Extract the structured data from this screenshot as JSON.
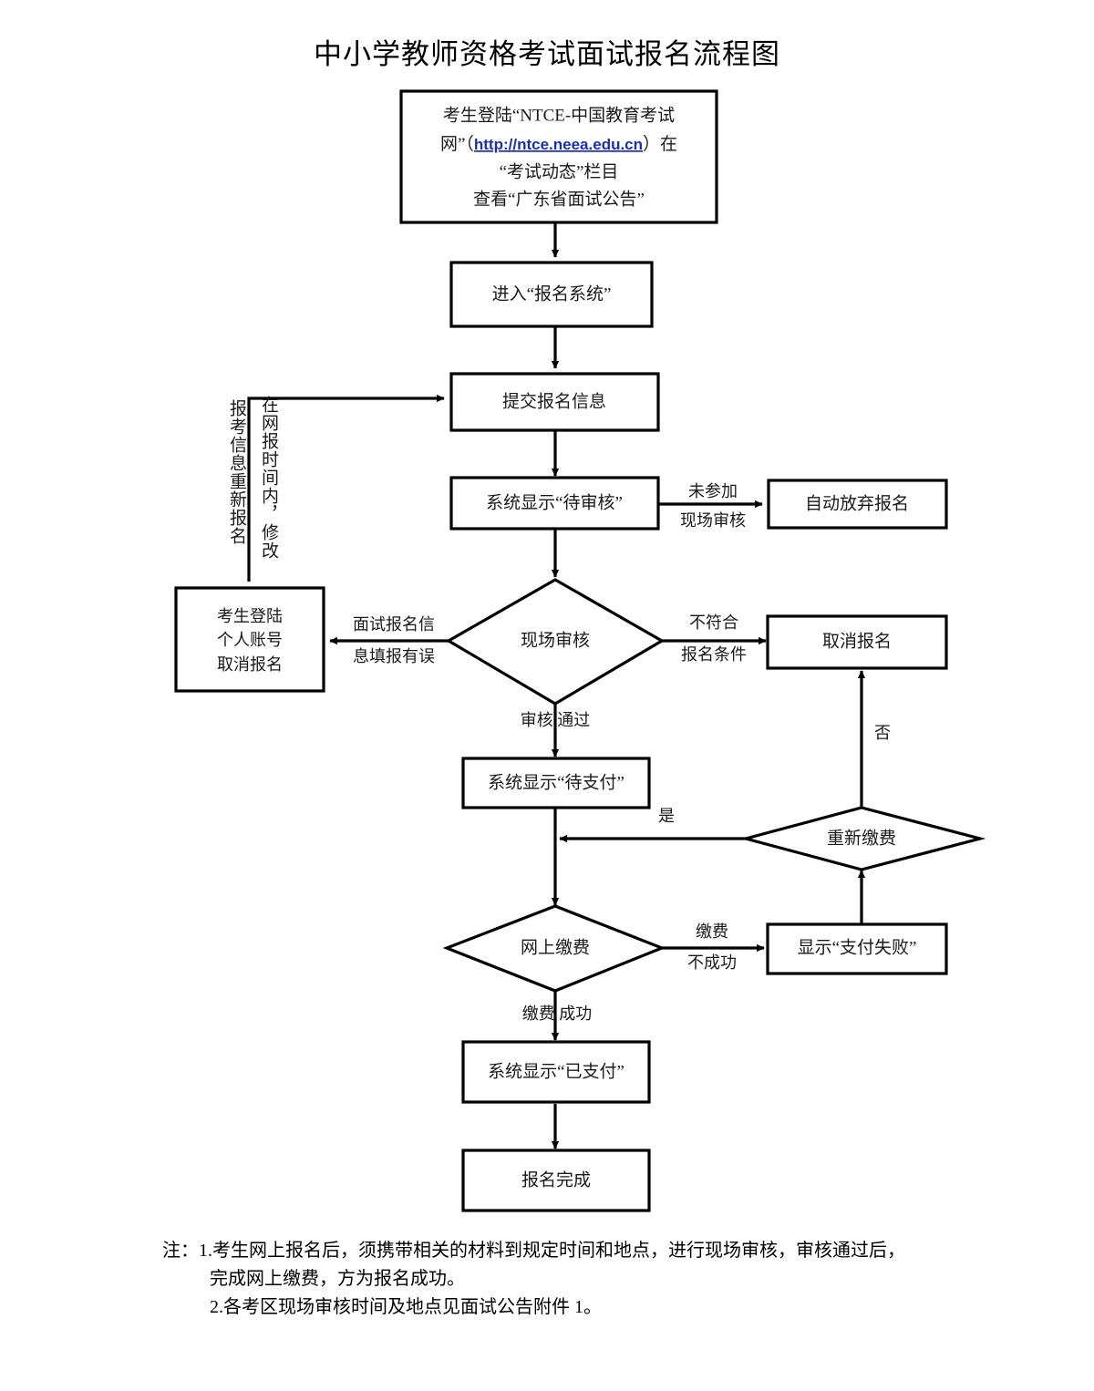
{
  "title": "中小学教师资格考试面试报名流程图",
  "nodes": {
    "start_line1": "考生登陆“NTCE-中国教育考试",
    "start_line2_pre": "网”（",
    "start_link": "http://ntce.neea.edu.cn",
    "start_line2_post": "）在",
    "start_line3": "“考试动态”栏目",
    "start_line4": "查看“广东省面试公告”",
    "enter_system": "进入“报名系统”",
    "submit_info": "提交报名信息",
    "status_pending_review": "系统显示“待审核”",
    "auto_giveup": "自动放弃报名",
    "onsite_review": "现场审核",
    "cancel_by_self_l1": "考生登陆",
    "cancel_by_self_l2": "个人账号",
    "cancel_by_self_l3": "取消报名",
    "cancel_registration": "取消报名",
    "status_pending_pay": "系统显示“待支付”",
    "repay": "重新缴费",
    "online_pay": "网上缴费",
    "pay_failed": "显示“支付失败”",
    "status_paid": "系统显示“已支付”",
    "done": "报名完成"
  },
  "edge_labels": {
    "not_attend_l1": "未参加",
    "not_attend_l2": "现场审核",
    "not_qualified_l1": "不符合",
    "not_qualified_l2": "报名条件",
    "info_wrong_l1": "面试报名信",
    "info_wrong_l2": "息填报有误",
    "review_passed": "审核 通过",
    "repay_no": "否",
    "repay_yes": "是",
    "pay_fail_l1": "缴费",
    "pay_fail_l2": "不成功",
    "pay_success": "缴费 成功",
    "vertical_left": "报考信息重新报名",
    "vertical_right": "在网报时间内，修改"
  },
  "notes": {
    "prefix": "注：",
    "line1": "1.考生网上报名后，须携带相关的材料到规定时间和地点，进行现场审核，审核通过后，",
    "line2": "完成网上缴费，方为报名成功。",
    "line3": "2.各考区现场审核时间及地点见面试公告附件 1。"
  },
  "colors": {
    "stroke": "#000000",
    "fill": "#ffffff",
    "text": "#1a1a1a",
    "link": "#1a2fb5"
  }
}
